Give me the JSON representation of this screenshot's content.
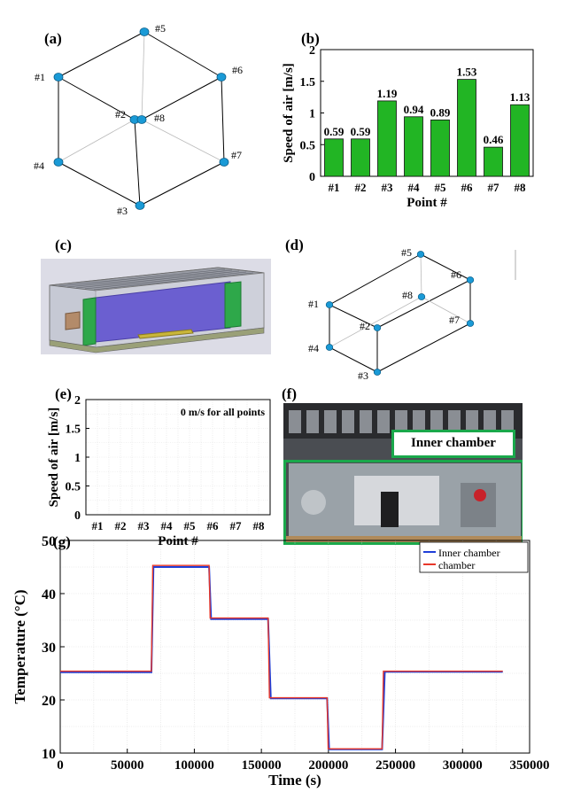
{
  "panels": {
    "a": "(a)",
    "b": "(b)",
    "c": "(c)",
    "d": "(d)",
    "e": "(e)",
    "f": "(f)",
    "g": "(g)"
  },
  "cube_points": [
    "#1",
    "#2",
    "#3",
    "#4",
    "#5",
    "#6",
    "#7",
    "#8"
  ],
  "photo_label": "Inner chamber",
  "colors": {
    "bar": "#22b524",
    "inner": "#1f3fd8",
    "chamber": "#e8382a",
    "node": "#1a9ad6",
    "box_green": "#1aa84b"
  },
  "chart_data": [
    {
      "id": "b",
      "type": "bar",
      "categories": [
        "#1",
        "#2",
        "#3",
        "#4",
        "#5",
        "#6",
        "#7",
        "#8"
      ],
      "values": [
        0.59,
        0.59,
        1.19,
        0.94,
        0.89,
        1.53,
        0.46,
        1.13
      ],
      "value_labels": [
        "0.59",
        "0.59",
        "1.19",
        "0.94",
        "0.89",
        "1.53",
        "0.46",
        "1.13"
      ],
      "xlabel": "Point #",
      "ylabel": "Speed of air [m/s]",
      "ylim": [
        0,
        2
      ],
      "yticks": [
        "0",
        "0.5",
        "1",
        "1.5",
        "2"
      ],
      "grid": false
    },
    {
      "id": "e",
      "type": "bar",
      "categories": [
        "#1",
        "#2",
        "#3",
        "#4",
        "#5",
        "#6",
        "#7",
        "#8"
      ],
      "values": [
        0,
        0,
        0,
        0,
        0,
        0,
        0,
        0
      ],
      "annotation": "0 m/s for all points",
      "xlabel": "Point #",
      "ylabel": "Speed of air [m/s]",
      "ylim": [
        0,
        2
      ],
      "yticks": [
        "0",
        "0.5",
        "1",
        "1.5",
        "2"
      ],
      "grid": true
    },
    {
      "id": "g",
      "type": "line",
      "xlabel": "Time (s)",
      "ylabel": "Temperature (°C)",
      "xlim": [
        0,
        350000
      ],
      "ylim": [
        10,
        50
      ],
      "xticks": [
        "0",
        "50000",
        "100000",
        "150000",
        "200000",
        "250000",
        "300000",
        "350000"
      ],
      "yticks": [
        "10",
        "20",
        "30",
        "40",
        "50"
      ],
      "grid": true,
      "legend": "top-right",
      "series": [
        {
          "name": "Inner chamber",
          "color": "#1f3fd8",
          "x": [
            0,
            68000,
            69500,
            111000,
            112500,
            155000,
            157000,
            199000,
            200500,
            240000,
            242000,
            330000
          ],
          "y": [
            25.2,
            25.2,
            45,
            45,
            35.2,
            35.2,
            20.3,
            20.3,
            10.7,
            10.7,
            25.3,
            25.3
          ]
        },
        {
          "name": "chamber",
          "color": "#e8382a",
          "x": [
            0,
            68000,
            69000,
            111000,
            111800,
            155000,
            156000,
            199000,
            199800,
            240000,
            241000,
            330000
          ],
          "y": [
            25.4,
            25.4,
            45.3,
            45.3,
            35.4,
            35.4,
            20.4,
            20.4,
            10.8,
            10.8,
            25.4,
            25.4
          ]
        }
      ]
    }
  ]
}
